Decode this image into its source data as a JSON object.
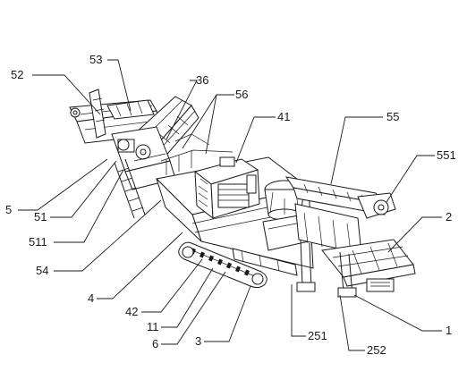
{
  "labels": [
    {
      "text": "52"
    },
    {
      "text": "53"
    },
    {
      "text": "36"
    },
    {
      "text": "56"
    },
    {
      "text": "41"
    },
    {
      "text": "55"
    },
    {
      "text": "551"
    },
    {
      "text": "2"
    },
    {
      "text": "5"
    },
    {
      "text": "51"
    },
    {
      "text": "511"
    },
    {
      "text": "54"
    },
    {
      "text": "4"
    },
    {
      "text": "42"
    },
    {
      "text": "11"
    },
    {
      "text": "6"
    },
    {
      "text": "3"
    },
    {
      "text": "251"
    },
    {
      "text": "252"
    },
    {
      "text": "1"
    }
  ],
  "colors": {
    "line": "#1a1a1a",
    "background": "#ffffff"
  }
}
